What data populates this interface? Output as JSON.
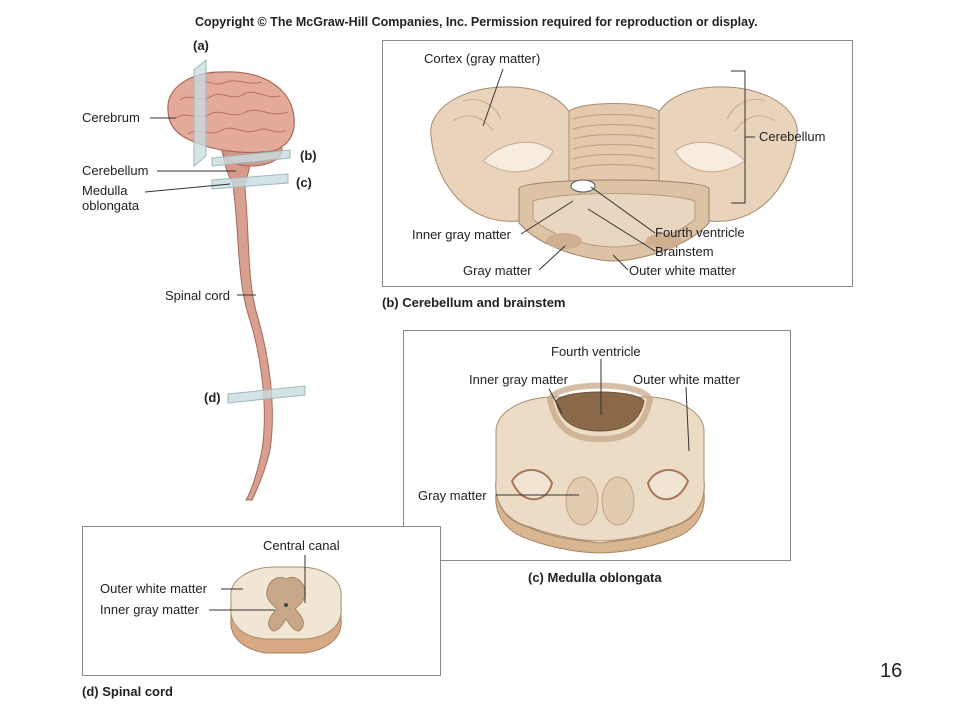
{
  "copyright": "Copyright © The McGraw-Hill Companies, Inc. Permission required for reproduction or display.",
  "page_number": "16",
  "panel_a": {
    "tag": "(a)",
    "cerebrum": "Cerebrum",
    "cerebellum": "Cerebellum",
    "medulla_line1": "Medulla",
    "medulla_line2": "oblongata",
    "spinal_cord": "Spinal cord",
    "tag_b": "(b)",
    "tag_c": "(c)",
    "tag_d": "(d)"
  },
  "panel_b": {
    "caption": "(b) Cerebellum and brainstem",
    "cortex": "Cortex (gray matter)",
    "cerebellum": "Cerebellum",
    "inner_gray": "Inner gray matter",
    "gray_matter": "Gray matter",
    "fourth_ventricle": "Fourth ventricle",
    "brainstem": "Brainstem",
    "outer_white": "Outer white matter"
  },
  "panel_c": {
    "caption": "(c) Medulla oblongata",
    "fourth_ventricle": "Fourth ventricle",
    "inner_gray": "Inner gray matter",
    "outer_white": "Outer white matter",
    "gray_matter": "Gray matter"
  },
  "panel_d": {
    "caption": "(d) Spinal cord",
    "central_canal": "Central canal",
    "outer_white": "Outer white matter",
    "inner_gray": "Inner gray matter"
  }
}
